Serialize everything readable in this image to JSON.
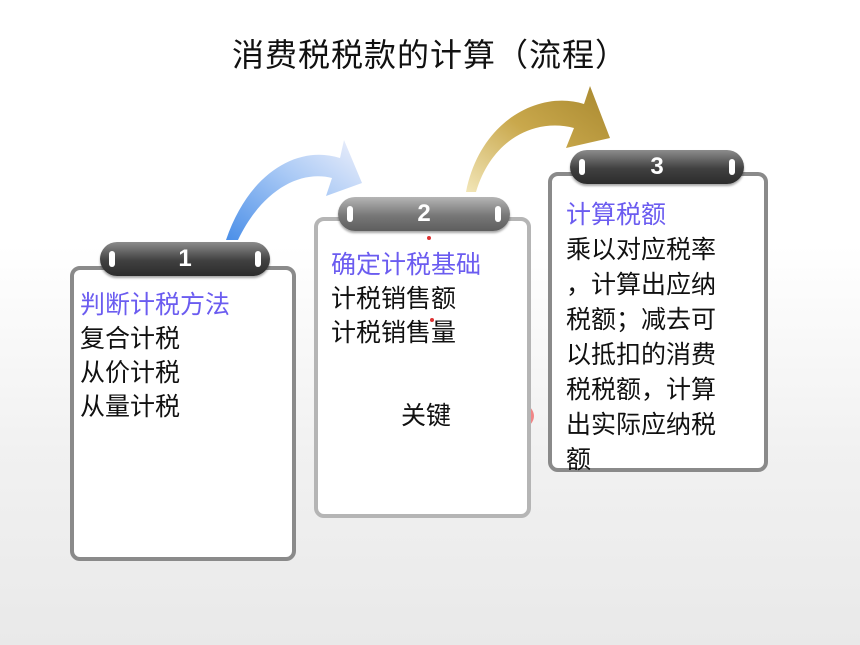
{
  "title": "消费税税款的计算（流程）",
  "steps": [
    {
      "number": "1",
      "heading": "判断计税方法",
      "lines": [
        "复合计税",
        "从价计税",
        "从量计税"
      ]
    },
    {
      "number": "2",
      "heading": "确定计税基础",
      "lines": [
        "计税销售额",
        "计税销售量"
      ],
      "callout": "关键"
    },
    {
      "number": "3",
      "heading": "计算税额",
      "lines": [
        "乘以对应税率",
        "，计算出应纳",
        "税额；减去可",
        "以抵扣的消费",
        "税税额，计算",
        "出实际应纳税",
        "额"
      ]
    }
  ],
  "colors": {
    "heading": "#6b5cf0",
    "arrow1": "#6fa8f0",
    "arrow2": "#c8a84a",
    "callout": "#f08a8a"
  }
}
